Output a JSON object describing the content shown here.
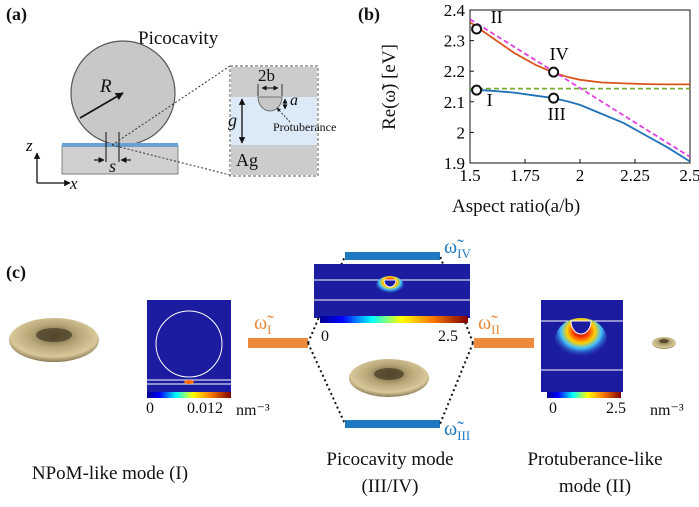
{
  "panel_a": {
    "label": "(a)",
    "title": "Picocavity",
    "radius_label": "R",
    "gap_symbol": "s",
    "axis_z": "z",
    "axis_x": "x",
    "inset": {
      "width_label": "2b",
      "height_label": "a",
      "gap_label": "g",
      "protuberance_label": "Protuberance",
      "metal_label": "Ag"
    }
  },
  "panel_b": {
    "label": "(b)",
    "ylabel": "Re(ω̃) [eV]",
    "xlabel": "Aspect ratio(a/b)"
  },
  "chart_data": {
    "type": "line",
    "xlim": [
      1.5,
      2.5
    ],
    "ylim": [
      1.9,
      2.4
    ],
    "xticks": [
      "1.5",
      "1.75",
      "2",
      "2.25",
      "2.5"
    ],
    "yticks": [
      "1.9",
      "2",
      "2.1",
      "2.2",
      "2.3",
      "2.4"
    ],
    "series": [
      {
        "color": "#d9541e",
        "style": "solid",
        "x": [
          1.5,
          1.55,
          1.6,
          1.7,
          1.8,
          1.88,
          1.95,
          2.0,
          2.1,
          2.2,
          2.3,
          2.4,
          2.5
        ],
        "y": [
          2.36,
          2.335,
          2.31,
          2.26,
          2.22,
          2.195,
          2.18,
          2.172,
          2.163,
          2.16,
          2.158,
          2.157,
          2.157
        ]
      },
      {
        "color": "#1f72b8",
        "style": "solid",
        "x": [
          1.5,
          1.55,
          1.6,
          1.7,
          1.8,
          1.88,
          1.95,
          2.0,
          2.1,
          2.2,
          2.3,
          2.4,
          2.5
        ],
        "y": [
          2.14,
          2.138,
          2.136,
          2.13,
          2.12,
          2.112,
          2.1,
          2.09,
          2.06,
          2.03,
          1.99,
          1.95,
          1.905
        ]
      },
      {
        "color": "#77ac30",
        "style": "dashed",
        "x": [
          1.5,
          2.5
        ],
        "y": [
          2.143,
          2.143
        ]
      },
      {
        "color": "#e040e0",
        "style": "dashed",
        "x": [
          1.5,
          2.5
        ],
        "y": [
          2.37,
          1.92
        ]
      }
    ],
    "markers": [
      {
        "label": "I",
        "x": 1.53,
        "y": 2.138
      },
      {
        "label": "II",
        "x": 1.53,
        "y": 2.338
      },
      {
        "label": "III",
        "x": 1.88,
        "y": 2.112
      },
      {
        "label": "IV",
        "x": 1.88,
        "y": 2.197
      }
    ]
  },
  "panel_c": {
    "label": "(c)",
    "cbar_left": {
      "min": "0",
      "max": "0.012",
      "unit": "nm⁻³"
    },
    "cbar_top": {
      "min": "0",
      "max": "2.5"
    },
    "cbar_right": {
      "min": "0",
      "max": "2.5",
      "unit": "nm⁻³"
    },
    "omega_I": "ω̃",
    "omega_I_sub": "I",
    "omega_II": "ω̃",
    "omega_II_sub": "II",
    "omega_III": "ω̃",
    "omega_III_sub": "III",
    "omega_IV": "ω̃",
    "omega_IV_sub": "IV",
    "captions": {
      "left_line1": "NPoM-like mode (I)",
      "middle_line1": "Picocavity mode",
      "middle_line2": "(III/IV)",
      "right_line1": "Protuberance-like",
      "right_line2": "mode (II)"
    },
    "colors": {
      "orange": "#ee8a3c",
      "blue": "#1e78c2",
      "field_bg": "#1c1ca0"
    }
  }
}
